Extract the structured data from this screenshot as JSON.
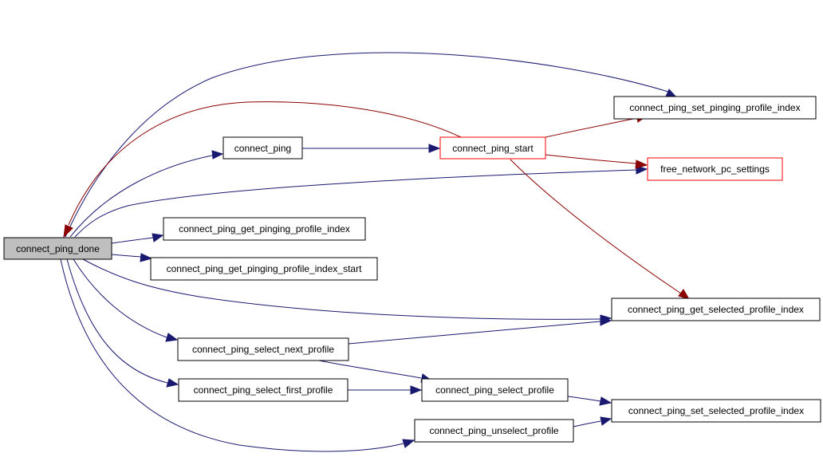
{
  "nodes": {
    "connect_ping_done": {
      "label": "connect_ping_done",
      "fill": "#bfbfbf",
      "border": "#000000"
    },
    "connect_ping": {
      "label": "connect_ping",
      "fill": "#ffffff",
      "border": "#000000"
    },
    "connect_ping_start": {
      "label": "connect_ping_start",
      "fill": "#ffffff",
      "border": "#ff0000"
    },
    "connect_ping_set_pinging_profile_index": {
      "label": "connect_ping_set_pinging_profile_index",
      "fill": "#ffffff",
      "border": "#000000"
    },
    "free_network_pc_settings": {
      "label": "free_network_pc_settings",
      "fill": "#ffffff",
      "border": "#ff0000"
    },
    "connect_ping_get_pinging_profile_index": {
      "label": "connect_ping_get_pinging_profile_index",
      "fill": "#ffffff",
      "border": "#000000"
    },
    "connect_ping_get_pinging_profile_index_start": {
      "label": "connect_ping_get_pinging_profile_index_start",
      "fill": "#ffffff",
      "border": "#000000"
    },
    "connect_ping_get_selected_profile_index": {
      "label": "connect_ping_get_selected_profile_index",
      "fill": "#ffffff",
      "border": "#000000"
    },
    "connect_ping_select_next_profile": {
      "label": "connect_ping_select_next_profile",
      "fill": "#ffffff",
      "border": "#000000"
    },
    "connect_ping_select_first_profile": {
      "label": "connect_ping_select_first_profile",
      "fill": "#ffffff",
      "border": "#000000"
    },
    "connect_ping_select_profile": {
      "label": "connect_ping_select_profile",
      "fill": "#ffffff",
      "border": "#000000"
    },
    "connect_ping_set_selected_profile_index": {
      "label": "connect_ping_set_selected_profile_index",
      "fill": "#ffffff",
      "border": "#000000"
    },
    "connect_ping_unselect_profile": {
      "label": "connect_ping_unselect_profile",
      "fill": "#ffffff",
      "border": "#000000"
    }
  },
  "edges": [
    {
      "from": "connect_ping_done",
      "to": "connect_ping"
    },
    {
      "from": "connect_ping_done",
      "to": "connect_ping_set_pinging_profile_index"
    },
    {
      "from": "connect_ping_done",
      "to": "free_network_pc_settings"
    },
    {
      "from": "connect_ping_done",
      "to": "connect_ping_get_pinging_profile_index"
    },
    {
      "from": "connect_ping_done",
      "to": "connect_ping_get_pinging_profile_index_start"
    },
    {
      "from": "connect_ping_done",
      "to": "connect_ping_get_selected_profile_index"
    },
    {
      "from": "connect_ping_done",
      "to": "connect_ping_select_next_profile"
    },
    {
      "from": "connect_ping_done",
      "to": "connect_ping_select_first_profile"
    },
    {
      "from": "connect_ping_done",
      "to": "connect_ping_unselect_profile"
    },
    {
      "from": "connect_ping",
      "to": "connect_ping_start"
    },
    {
      "from": "connect_ping_start",
      "to": "connect_ping_done"
    },
    {
      "from": "connect_ping_start",
      "to": "connect_ping_set_pinging_profile_index"
    },
    {
      "from": "connect_ping_start",
      "to": "free_network_pc_settings"
    },
    {
      "from": "connect_ping_start",
      "to": "connect_ping_get_selected_profile_index"
    },
    {
      "from": "connect_ping_select_next_profile",
      "to": "connect_ping_get_selected_profile_index"
    },
    {
      "from": "connect_ping_select_next_profile",
      "to": "connect_ping_select_profile"
    },
    {
      "from": "connect_ping_select_first_profile",
      "to": "connect_ping_select_profile"
    },
    {
      "from": "connect_ping_select_profile",
      "to": "connect_ping_set_selected_profile_index"
    },
    {
      "from": "connect_ping_unselect_profile",
      "to": "connect_ping_set_selected_profile_index"
    }
  ]
}
